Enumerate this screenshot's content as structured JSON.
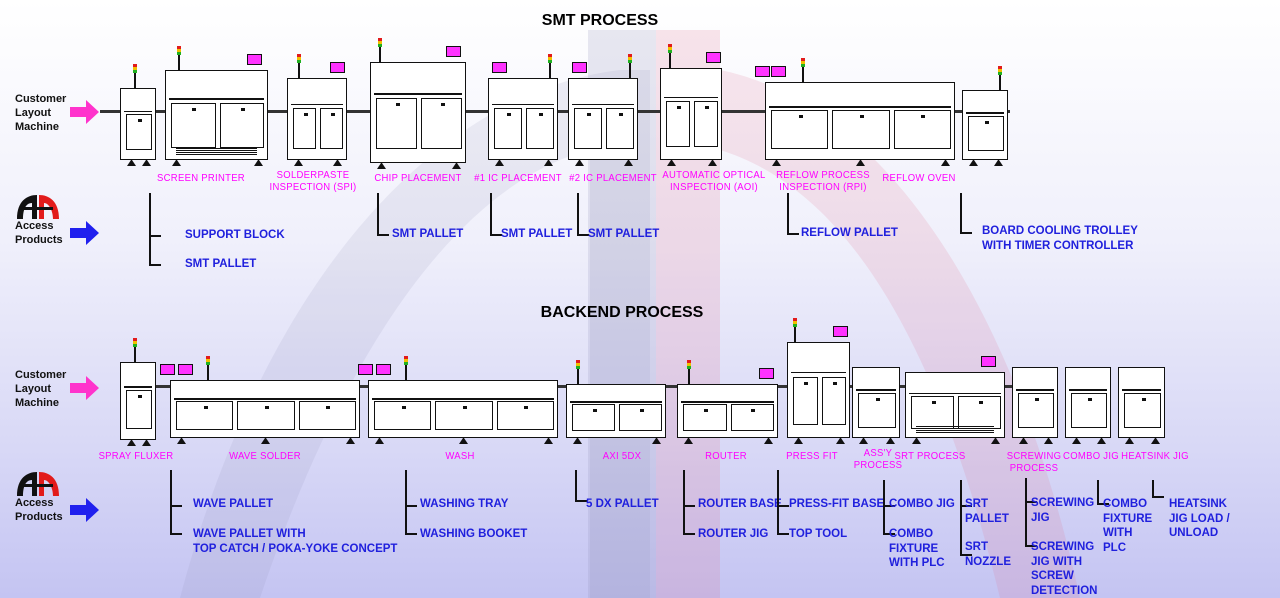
{
  "smt": {
    "title": "SMT PROCESS",
    "machines": [
      {
        "id": "loader",
        "label": []
      },
      {
        "id": "screen-printer",
        "label": [
          "SCREEN PRINTER"
        ]
      },
      {
        "id": "spi",
        "label": [
          "SOLDERPASTE",
          "INSPECTION (SPI)"
        ]
      },
      {
        "id": "chip-placement",
        "label": [
          "CHIP PLACEMENT"
        ]
      },
      {
        "id": "ic-placement-1",
        "label": [
          "#1 IC PLACEMENT"
        ]
      },
      {
        "id": "ic-placement-2",
        "label": [
          "#2 IC PLACEMENT"
        ]
      },
      {
        "id": "aoi",
        "label": [
          "AUTOMATIC OPTICAL",
          "INSPECTION (AOI)"
        ]
      },
      {
        "id": "rpi",
        "label": [
          "REFLOW PROCESS",
          "INSPECTION (RPI)"
        ]
      },
      {
        "id": "reflow-oven",
        "label": [
          "REFLOW OVEN"
        ]
      },
      {
        "id": "cooling",
        "label": []
      }
    ],
    "products": [
      {
        "id": "support-block",
        "lines": [
          "SUPPORT BLOCK"
        ]
      },
      {
        "id": "smt-pallet-printer",
        "lines": [
          "SMT PALLET"
        ]
      },
      {
        "id": "smt-pallet-chip",
        "lines": [
          "SMT PALLET"
        ]
      },
      {
        "id": "smt-pallet-ic1",
        "lines": [
          "SMT PALLET"
        ]
      },
      {
        "id": "smt-pallet-ic2",
        "lines": [
          "SMT PALLET"
        ]
      },
      {
        "id": "reflow-pallet",
        "lines": [
          "REFLOW PALLET"
        ]
      },
      {
        "id": "board-cooling-trolley",
        "lines": [
          "BOARD COOLING TROLLEY",
          "WITH TIMER CONTROLLER"
        ]
      }
    ]
  },
  "backend": {
    "title": "BACKEND PROCESS",
    "machines": [
      {
        "id": "spray-fluxer",
        "label": [
          "SPRAY FLUXER"
        ]
      },
      {
        "id": "wave-solder",
        "label": [
          "WAVE SOLDER"
        ]
      },
      {
        "id": "wash",
        "label": [
          "WASH"
        ]
      },
      {
        "id": "axi-5dx",
        "label": [
          "AXI 5DX"
        ]
      },
      {
        "id": "router",
        "label": [
          "ROUTER"
        ]
      },
      {
        "id": "press-fit",
        "label": [
          "PRESS FIT"
        ]
      },
      {
        "id": "assy-process",
        "label": [
          "ASS'Y",
          "PROCESS"
        ]
      },
      {
        "id": "srt-process",
        "label": [
          "SRT PROCESS"
        ]
      },
      {
        "id": "screwing-process",
        "label": [
          "SCREWING",
          "PROCESS"
        ]
      },
      {
        "id": "combo-jig",
        "label": [
          "COMBO JIG"
        ]
      },
      {
        "id": "heatsink-jig",
        "label": [
          "HEATSINK JIG"
        ]
      }
    ],
    "products": [
      {
        "id": "wave-pallet",
        "lines": [
          "WAVE PALLET"
        ]
      },
      {
        "id": "wave-pallet-top-catch",
        "lines": [
          "WAVE PALLET WITH",
          "TOP CATCH / POKA-YOKE CONCEPT"
        ]
      },
      {
        "id": "washing-tray",
        "lines": [
          "WASHING TRAY"
        ]
      },
      {
        "id": "washing-booket",
        "lines": [
          "WASHING BOOKET"
        ]
      },
      {
        "id": "5dx-pallet",
        "lines": [
          "5 DX PALLET"
        ]
      },
      {
        "id": "router-base",
        "lines": [
          "ROUTER BASE"
        ]
      },
      {
        "id": "router-jig",
        "lines": [
          "ROUTER JIG"
        ]
      },
      {
        "id": "press-fit-base",
        "lines": [
          "PRESS-FIT BASE"
        ]
      },
      {
        "id": "top-tool",
        "lines": [
          "TOP TOOL"
        ]
      },
      {
        "id": "combo-jig-product",
        "lines": [
          "COMBO JIG"
        ]
      },
      {
        "id": "combo-fixture-plc",
        "lines": [
          "COMBO",
          "FIXTURE",
          "WITH PLC"
        ]
      },
      {
        "id": "srt-pallet",
        "lines": [
          "SRT",
          "PALLET"
        ]
      },
      {
        "id": "srt-nozzle",
        "lines": [
          "SRT",
          "NOZZLE"
        ]
      },
      {
        "id": "screwing-jig",
        "lines": [
          "SCREWING",
          "JIG"
        ]
      },
      {
        "id": "screwing-jig-detection",
        "lines": [
          "SCREWING",
          "JIG WITH",
          "SCREW",
          "DETECTION"
        ]
      },
      {
        "id": "combo-fixture-with-plc",
        "lines": [
          "COMBO",
          "FIXTURE",
          "WITH",
          "PLC"
        ]
      },
      {
        "id": "heatsink-jig-load",
        "lines": [
          "HEATSINK",
          "JIG LOAD /",
          "UNLOAD"
        ]
      }
    ]
  },
  "legend": {
    "customer": [
      "Customer",
      "Layout",
      "Machine"
    ],
    "access": [
      "Access",
      "Products"
    ],
    "colors": {
      "customer_arrow": "#ff33cc",
      "access_arrow": "#2020ee",
      "machine_label": "#ff00ff",
      "product_label": "#2020dd"
    }
  }
}
